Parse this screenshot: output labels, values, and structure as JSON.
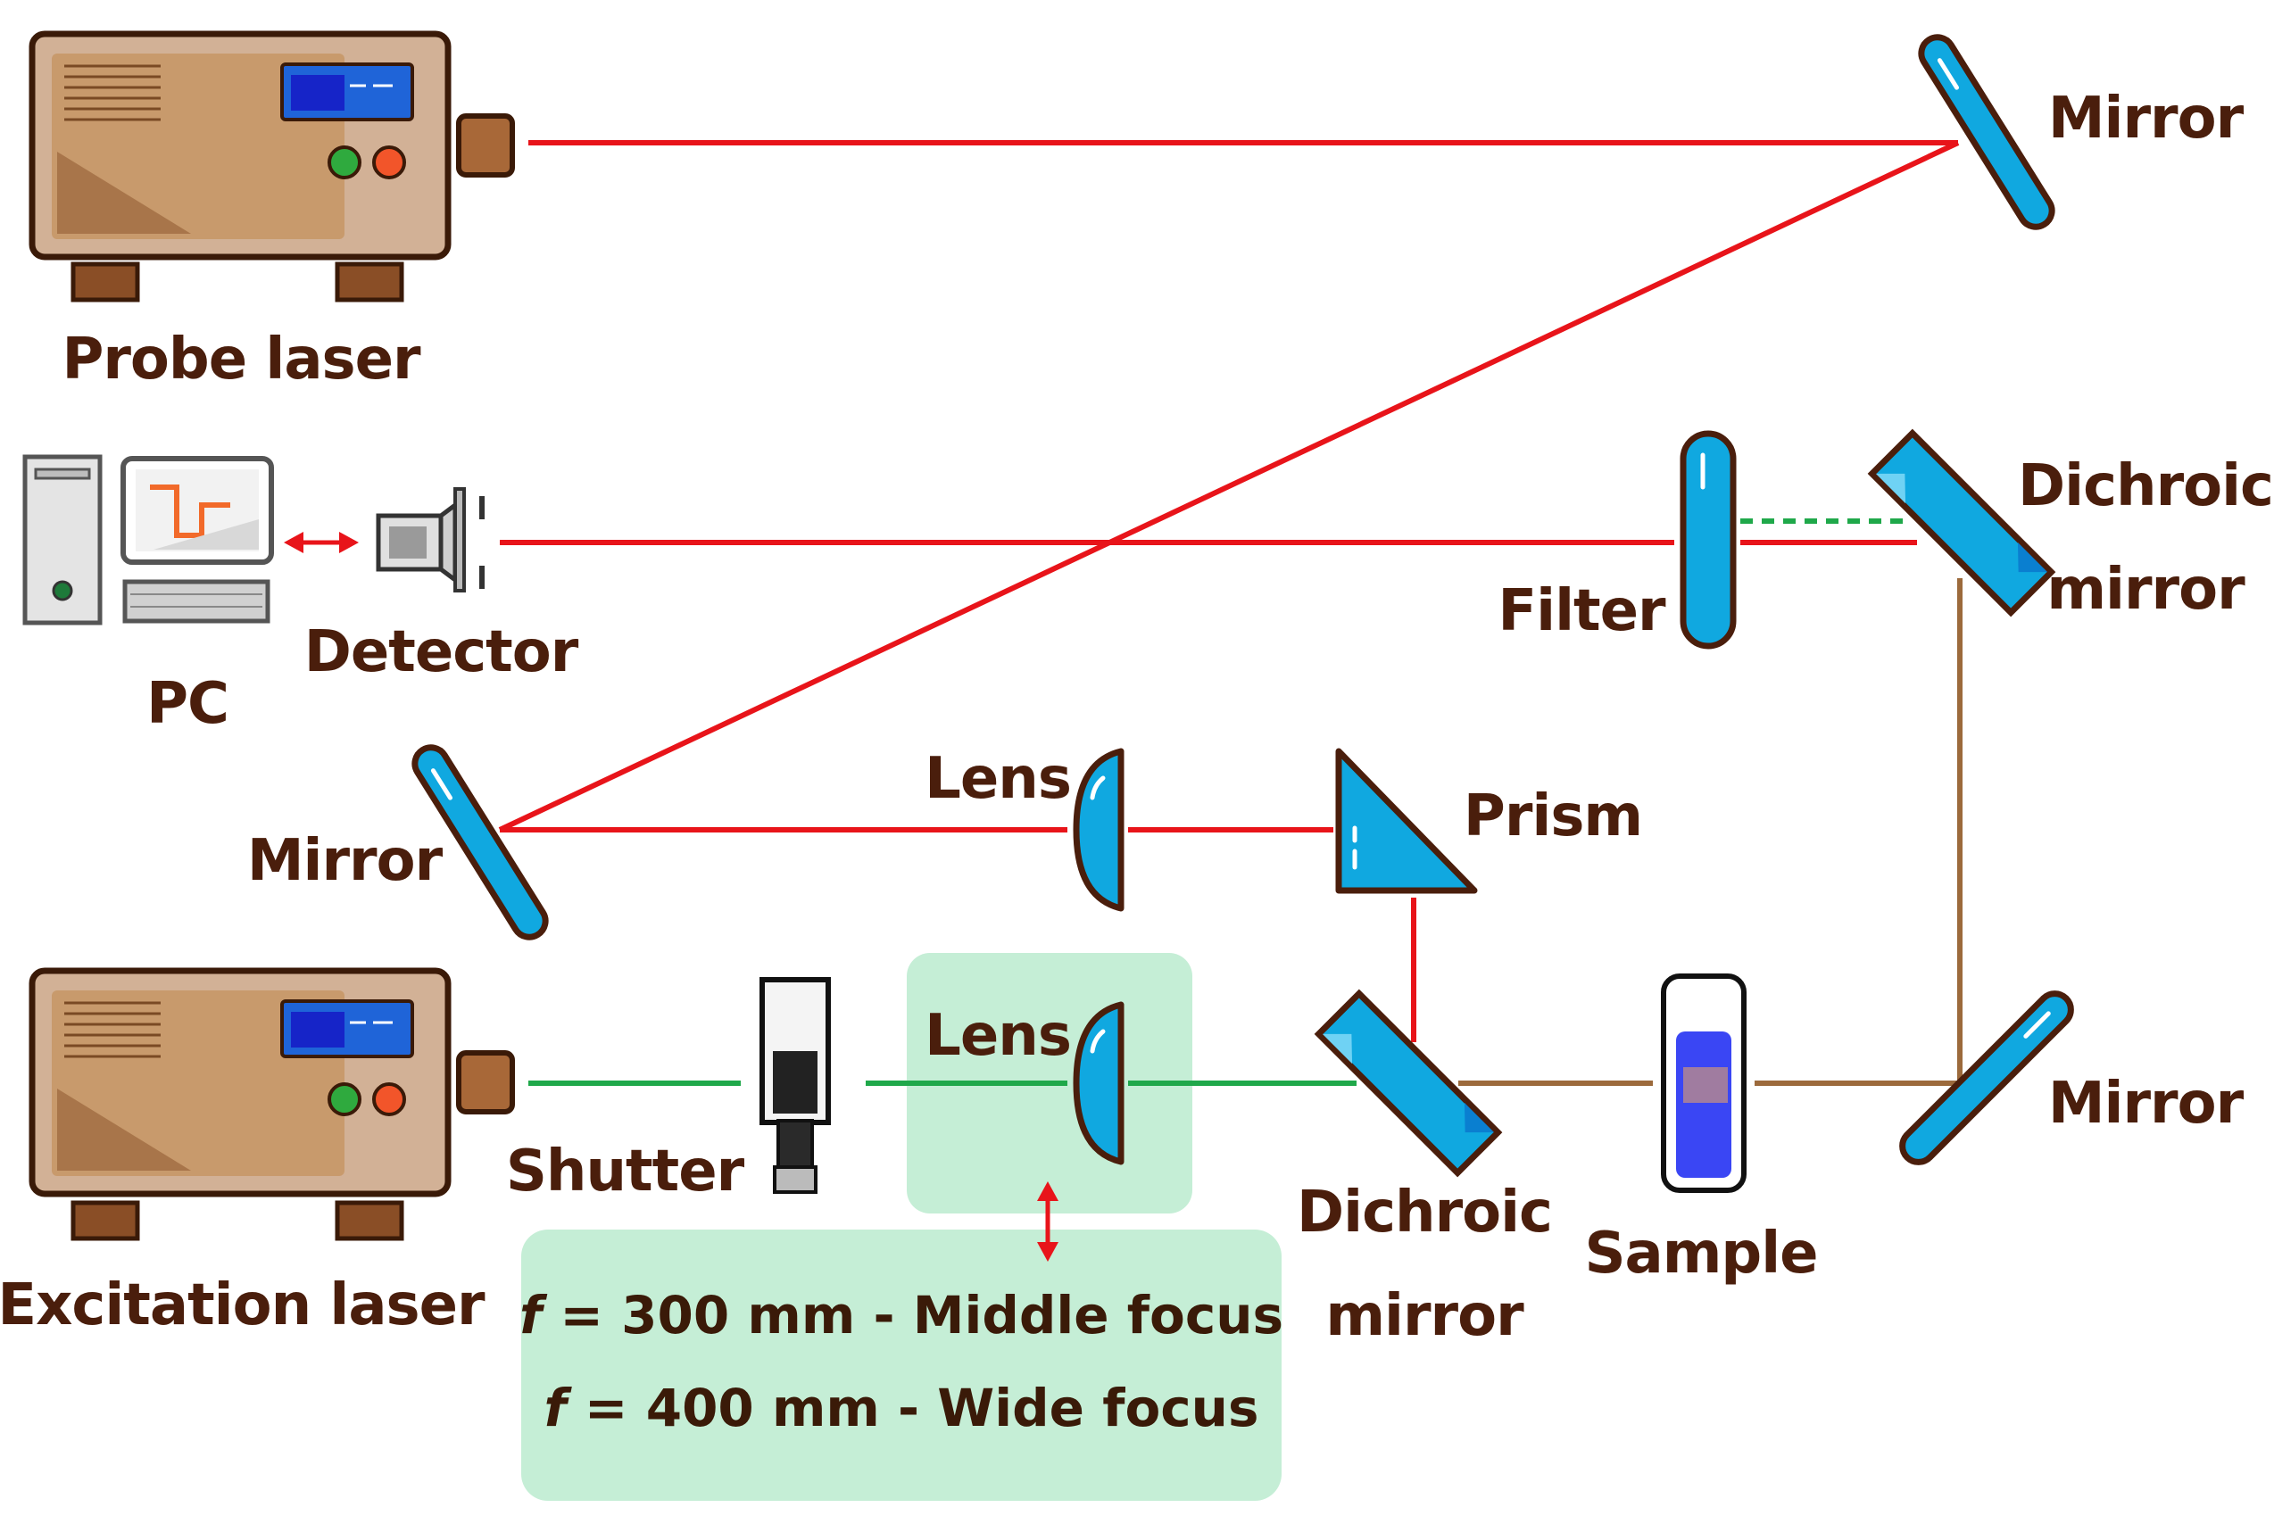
{
  "labels": {
    "probe_laser": "Probe laser",
    "excitation_laser": "Excitation laser",
    "pc": "PC",
    "detector": "Detector",
    "filter": "Filter",
    "dichroic_mirror_top_line1": "Dichroic",
    "dichroic_mirror_top_line2": "mirror",
    "mirror_top_right": "Mirror",
    "mirror_left": "Mirror",
    "mirror_bottom_right": "Mirror",
    "lens_top": "Lens",
    "lens_bottom": "Lens",
    "prism": "Prism",
    "shutter": "Shutter",
    "dichroic_mirror_bottom_line1": "Dichroic",
    "dichroic_mirror_bottom_line2": "mirror",
    "sample": "Sample"
  },
  "focus_note": {
    "line1_symbol": "f",
    "line1_text": " = 300 mm - Middle focus",
    "line2_symbol": "f",
    "line2_text": " = 400 mm - Wide focus"
  },
  "colors": {
    "probe_beam": "#e8141a",
    "excitation_beam": "#1fa84a",
    "signal_beam": "#9c6a3c",
    "optic_fill": "#10a8e0",
    "optic_outline": "#4a1e0c",
    "laser_body": "#d2b196",
    "laser_panel": "#c89a6c",
    "lens_highlight_box": "#c5eed6",
    "label_text": "#4a1e0c"
  }
}
